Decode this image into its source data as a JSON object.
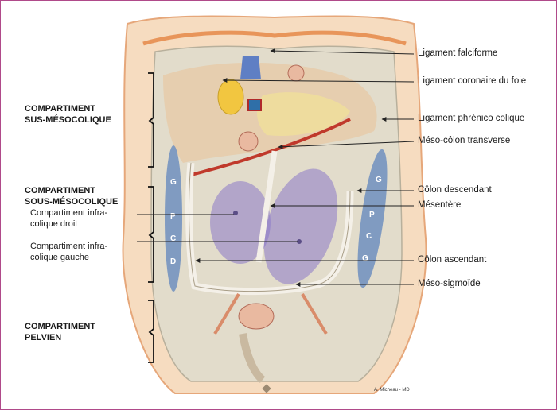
{
  "compartments": {
    "sus": "COMPARTIMENT\nSUS-MÉSOCOLIQUE",
    "sous": "COMPARTIMENT\nSOUS-MÉSOCOLIQUE",
    "sous_droit": "Compartiment infra-\ncolique droit",
    "sous_gauche": "Compartiment infra-\ncolique gauche",
    "pelvien": "COMPARTIMENT\nPELVIEN"
  },
  "labels": {
    "ligament_falciforme": "Ligament falciforme",
    "ligament_coronaire": "Ligament coronaire du foie",
    "ligament_phrenico": "Ligament phrénico colique",
    "meso_colon": "Méso-côlon transverse",
    "colon_descendant": "Côlon descendant",
    "mesentere": "Mésentère",
    "colon_ascendant": "Côlon ascendant",
    "meso_sigmoide": "Méso-sigmoïde"
  },
  "gutter_letters": {
    "left": [
      "G",
      "P",
      "C",
      "D"
    ],
    "right": [
      "G",
      "P",
      "C",
      "G"
    ]
  },
  "credit": "A. Micheau - MD",
  "colors": {
    "skin": "#f6dcc0",
    "cavity": "#e2dccb",
    "gutter": "#6f8fbf",
    "space": "#8a78c8",
    "vessel": "#c0392b",
    "liver": "#e7c9a6",
    "arrow": "#222222"
  }
}
